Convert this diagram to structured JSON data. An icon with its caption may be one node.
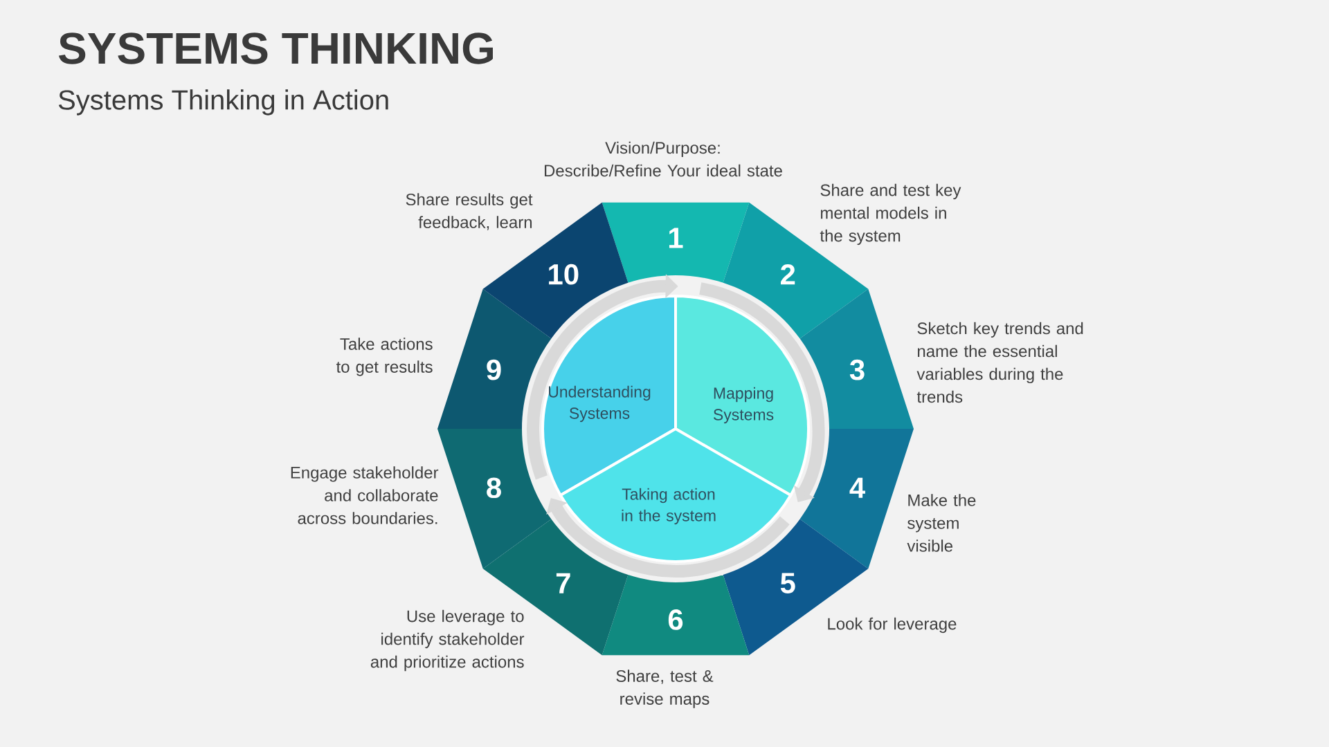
{
  "diagram": {
    "title": "SYSTEMS THINKING",
    "caption": "Systems Thinking in Action",
    "nodes": [
      {
        "text": [
          "1"
        ],
        "beside": [
          "Vision/Purpose: Describe/Refine Your ideal state"
        ]
      },
      {
        "text": [
          "2"
        ],
        "beside": [
          "Share and test key mental models in the system"
        ]
      },
      {
        "text": [
          "3"
        ],
        "beside": [
          "Sketch key trends and name the essential variables during the trends"
        ]
      },
      {
        "text": [
          "4"
        ],
        "beside": [
          "Make the system visible"
        ]
      },
      {
        "text": [
          "5"
        ],
        "beside": [
          "Look for leverage"
        ]
      },
      {
        "text": [
          "6"
        ],
        "beside": [
          "Share, test & revise maps"
        ]
      },
      {
        "text": [
          "7"
        ],
        "beside": [
          "Use leverage to identify stakeholder and prioritize actions"
        ]
      },
      {
        "text": [
          "8"
        ],
        "beside": [
          "Engage stakeholder and collaborate across boundaries."
        ]
      },
      {
        "text": [
          "9"
        ],
        "beside": [
          "Take actions to get results"
        ]
      },
      {
        "text": [
          "10"
        ],
        "beside": [
          "Share results get feedback, learn"
        ]
      },
      {
        "text": [
          "Understanding Systems"
        ]
      },
      {
        "text": [
          "Mapping Systems"
        ]
      },
      {
        "text": [
          "Taking action in the system"
        ]
      }
    ],
    "edges": [
      {
        "from": 10,
        "to": 11,
        "arrow": "to"
      },
      {
        "from": 11,
        "to": 12,
        "arrow": "to"
      },
      {
        "from": 12,
        "to": 10,
        "arrow": "to"
      }
    ]
  }
}
